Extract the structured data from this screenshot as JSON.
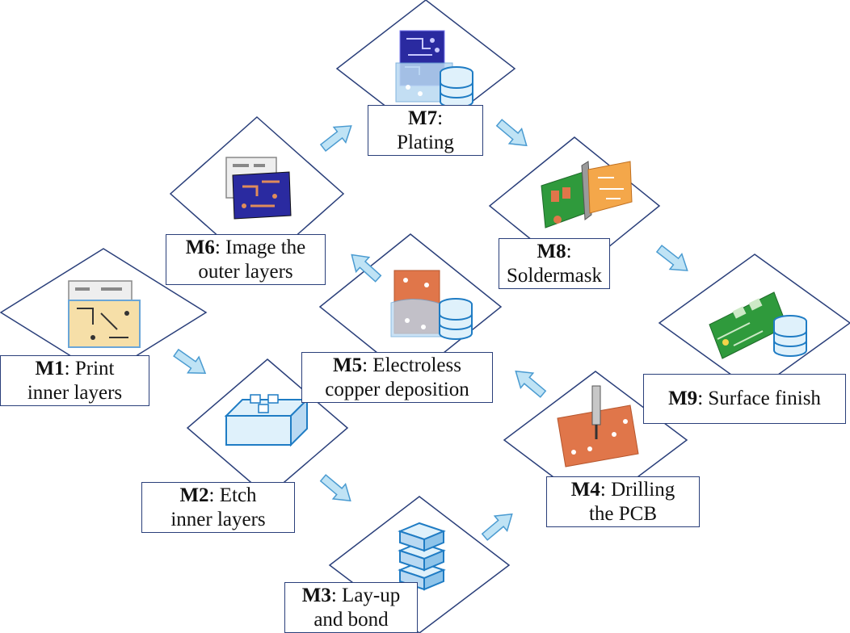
{
  "steps": {
    "m1": {
      "id": "M1",
      "line1": ": Print",
      "line2": "inner layers"
    },
    "m2": {
      "id": "M2",
      "line1": ": Etch",
      "line2": "inner layers"
    },
    "m3": {
      "id": "M3",
      "line1": ": Lay-up",
      "line2": "and bond"
    },
    "m4": {
      "id": "M4",
      "line1": ": Drilling",
      "line2": "the PCB"
    },
    "m5": {
      "id": "M5",
      "line1": ": Electroless",
      "line2": "copper deposition"
    },
    "m6": {
      "id": "M6",
      "line1": ": Image the",
      "line2": "outer layers"
    },
    "m7": {
      "id": "M7",
      "line1": ":",
      "line2": "Plating"
    },
    "m8": {
      "id": "M8",
      "line1": ":",
      "line2": "Soldermask"
    },
    "m9": {
      "id": "M9",
      "line1": ": Surface finish",
      "line2": ""
    }
  },
  "icons": {
    "m1": "printed-inner-layer-icon",
    "m2": "etched-inner-layer-icon",
    "m3": "layer-stack-icon",
    "m4": "drill-pcb-icon",
    "m5": "copper-deposition-icon",
    "m6": "outer-layer-image-icon",
    "m7": "plating-icon",
    "m8": "soldermask-icon",
    "m9": "surface-finish-icon"
  },
  "colors": {
    "diamond_border": "#2a3f7a",
    "arrow_fill": "#bfe3f5",
    "arrow_stroke": "#4a9bd1",
    "pcb_green": "#2f9a3c",
    "copper": "#e0764a",
    "navy_board": "#2a2aa0"
  }
}
